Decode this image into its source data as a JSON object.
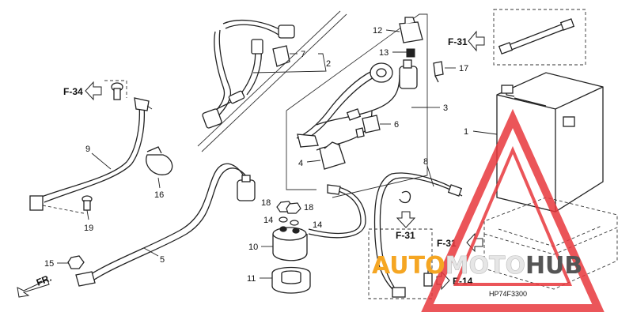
{
  "callouts": {
    "c1": "1",
    "c2": "2",
    "c3": "3",
    "c4": "4",
    "c5": "5",
    "c6": "6",
    "c7": "7",
    "c8": "8",
    "c9": "9",
    "c10": "10",
    "c11": "11",
    "c12": "12",
    "c13": "13",
    "c14a": "14",
    "c14b": "14",
    "c15": "15",
    "c16": "16",
    "c17": "17",
    "c18a": "18",
    "c18b": "18",
    "c19": "19"
  },
  "refs": {
    "f34": "F-34",
    "f31_top": "F-31",
    "f31_mid": "F-31",
    "f31_right": "F-31",
    "e14": "E-14",
    "fr": "FR."
  },
  "diagram_code": "HP74F3300",
  "watermark": {
    "part1": "AUTO",
    "part2": "MOTO",
    "part3": "HUB",
    "color1": "#f5a623",
    "color2": "#e5e5e5",
    "color3": "#555555",
    "triangle_color": "#e8383d"
  }
}
